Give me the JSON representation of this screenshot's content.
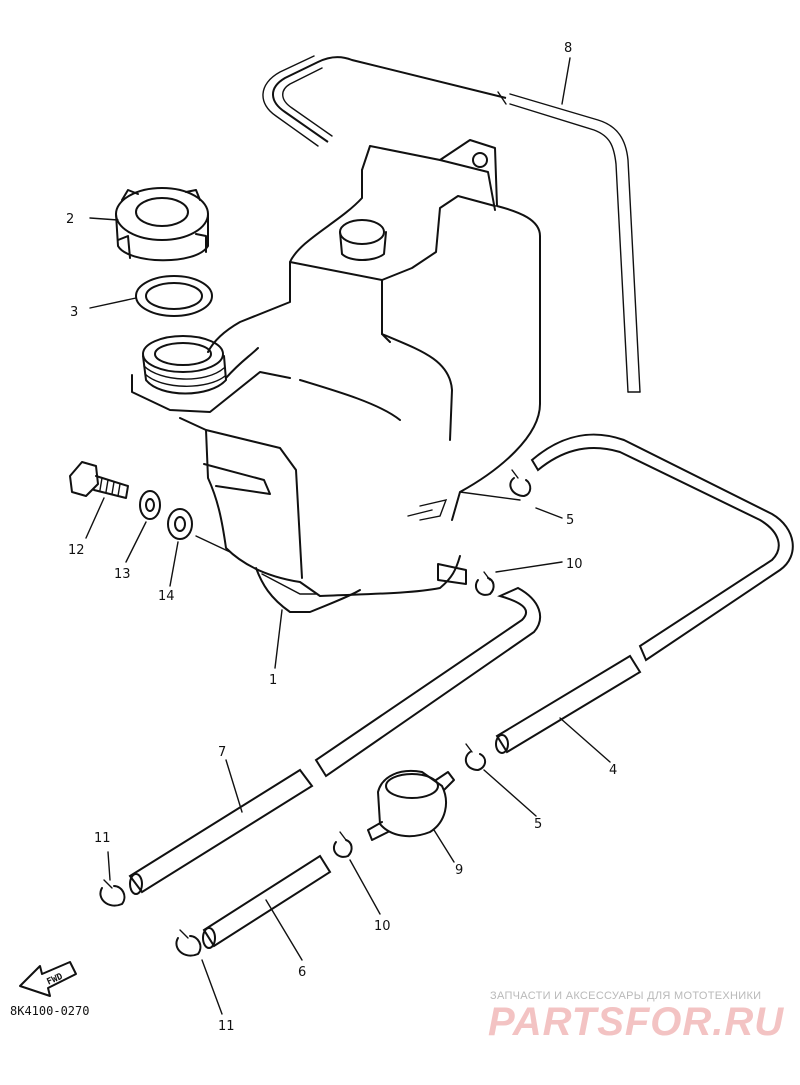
{
  "diagram": {
    "parts": [
      {
        "id": "1",
        "label": "1",
        "name": "reservoir-tank"
      },
      {
        "id": "2",
        "label": "2",
        "name": "tank-cap"
      },
      {
        "id": "3",
        "label": "3",
        "name": "cap-gasket"
      },
      {
        "id": "4",
        "label": "4",
        "name": "hose-4"
      },
      {
        "id": "5a",
        "label": "5",
        "name": "clamp-5-upper"
      },
      {
        "id": "5b",
        "label": "5",
        "name": "clamp-5-lower"
      },
      {
        "id": "6",
        "label": "6",
        "name": "hose-6"
      },
      {
        "id": "7",
        "label": "7",
        "name": "hose-7"
      },
      {
        "id": "8",
        "label": "8",
        "name": "breather-hose-8"
      },
      {
        "id": "9",
        "label": "9",
        "name": "filter-9"
      },
      {
        "id": "10a",
        "label": "10",
        "name": "clip-10-upper"
      },
      {
        "id": "10b",
        "label": "10",
        "name": "clip-10-lower"
      },
      {
        "id": "11a",
        "label": "11",
        "name": "clip-11-upper"
      },
      {
        "id": "11b",
        "label": "11",
        "name": "clip-11-lower"
      },
      {
        "id": "12",
        "label": "12",
        "name": "bolt-12"
      },
      {
        "id": "13",
        "label": "13",
        "name": "washer-13"
      },
      {
        "id": "14",
        "label": "14",
        "name": "washer-14"
      }
    ],
    "fwd_label": "FWD",
    "diagram_code": "8K4100-0270"
  },
  "watermark": {
    "caption": "ЗАПЧАСТИ И АКСЕССУАРЫ ДЛЯ МОТОТЕХНИКИ",
    "brand": "PARTSFOR.RU",
    "color": "#f3c3c3"
  }
}
